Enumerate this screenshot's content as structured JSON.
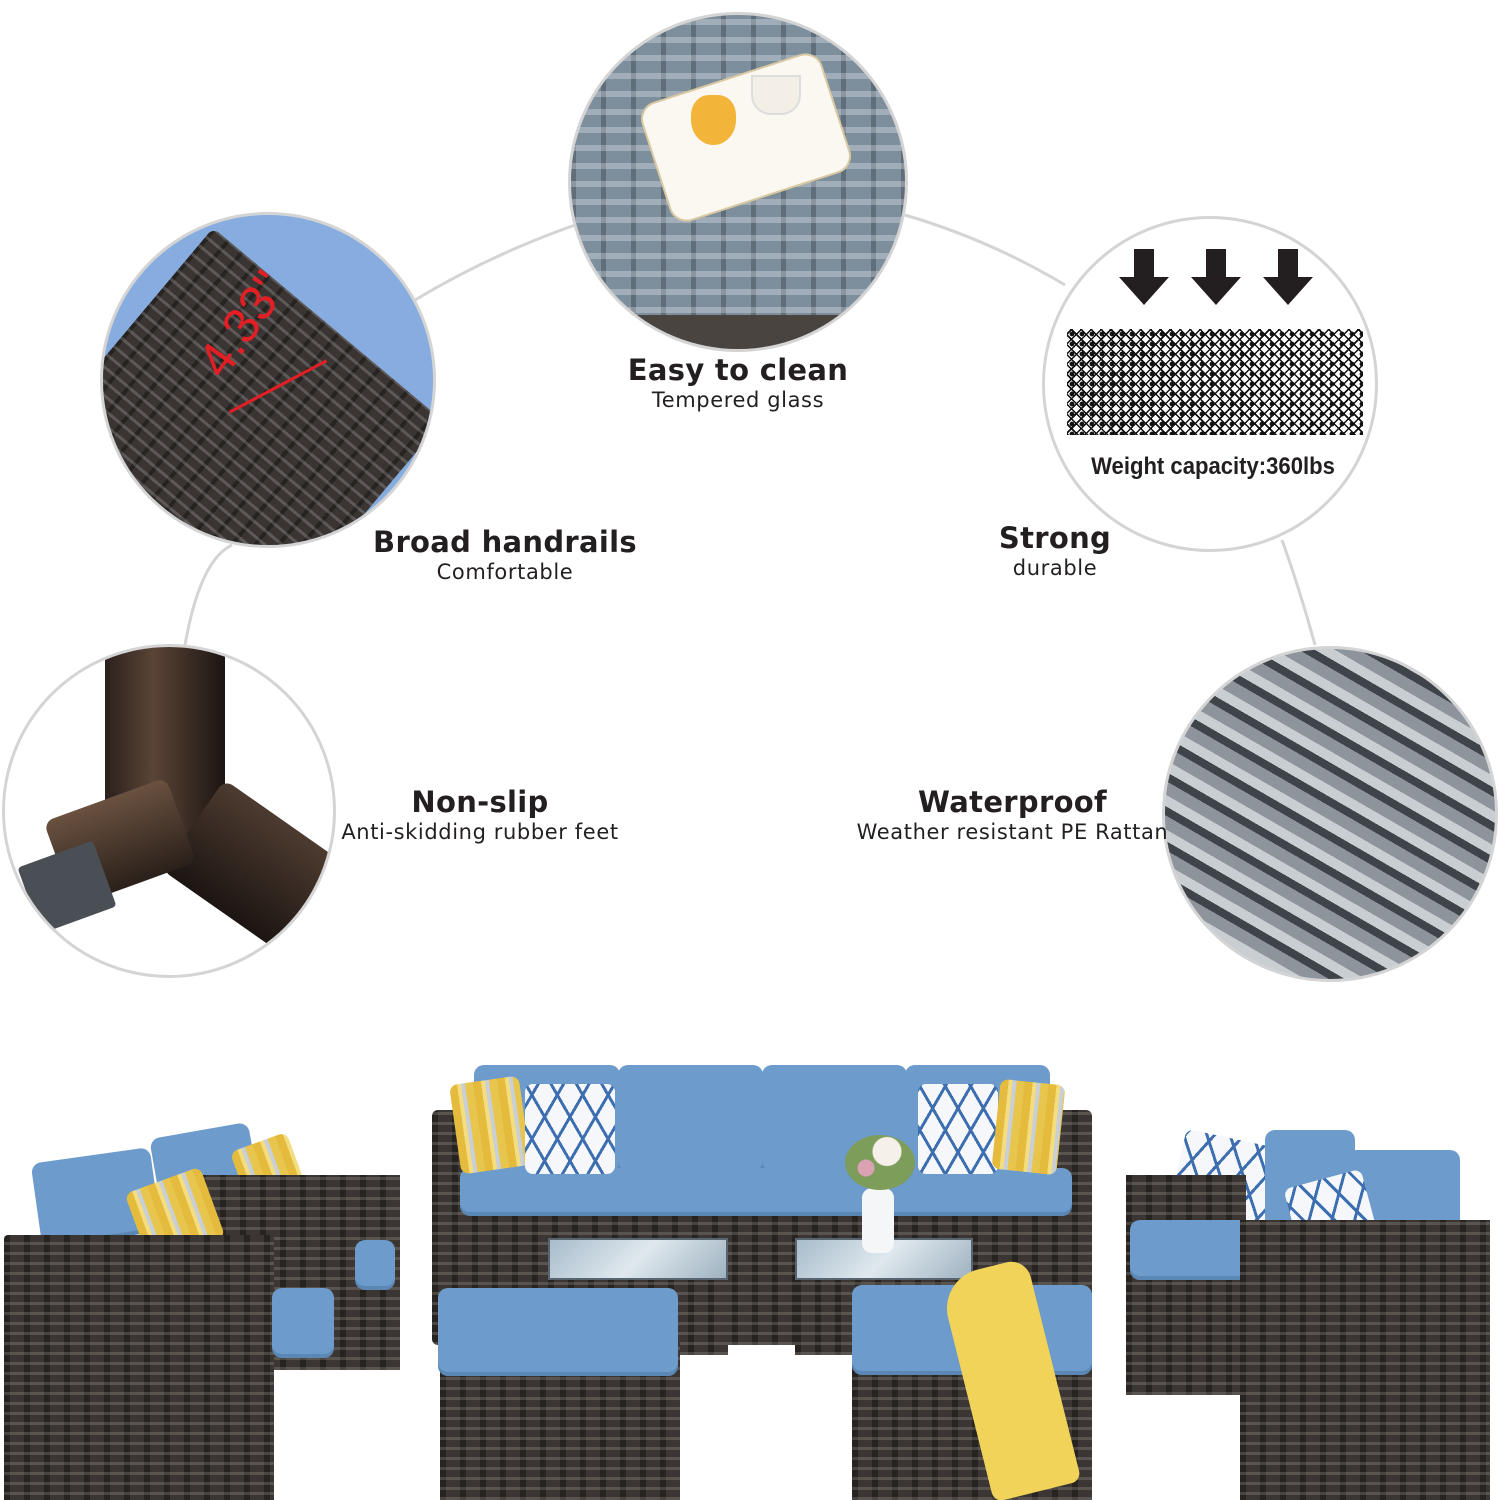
{
  "features": [
    {
      "id": "easy-to-clean",
      "title": "Easy to clean",
      "subtitle": "Tempered  glass"
    },
    {
      "id": "broad-handrails",
      "title": "Broad handrails",
      "subtitle": "Comfortable",
      "measurement": "4.33\""
    },
    {
      "id": "strong",
      "title": "Strong",
      "subtitle": "durable",
      "badge_text": "Weight capacity:360lbs"
    },
    {
      "id": "non-slip",
      "title": "Non-slip",
      "subtitle": "Anti-skidding rubber feet"
    },
    {
      "id": "waterproof",
      "title": "Waterproof",
      "subtitle": "Weather resistant PE Rattan"
    }
  ],
  "colors": {
    "text": "#231f20",
    "connector": "#d4d4d4",
    "cushion_blue": "#6d9ccc",
    "wicker_brown": "#3b3633",
    "measurement_red": "#e31e24",
    "accent_yellow": "#e4bb3c"
  },
  "icons": [
    "arrow-down-icon",
    "arrow-down-icon",
    "arrow-down-icon"
  ]
}
